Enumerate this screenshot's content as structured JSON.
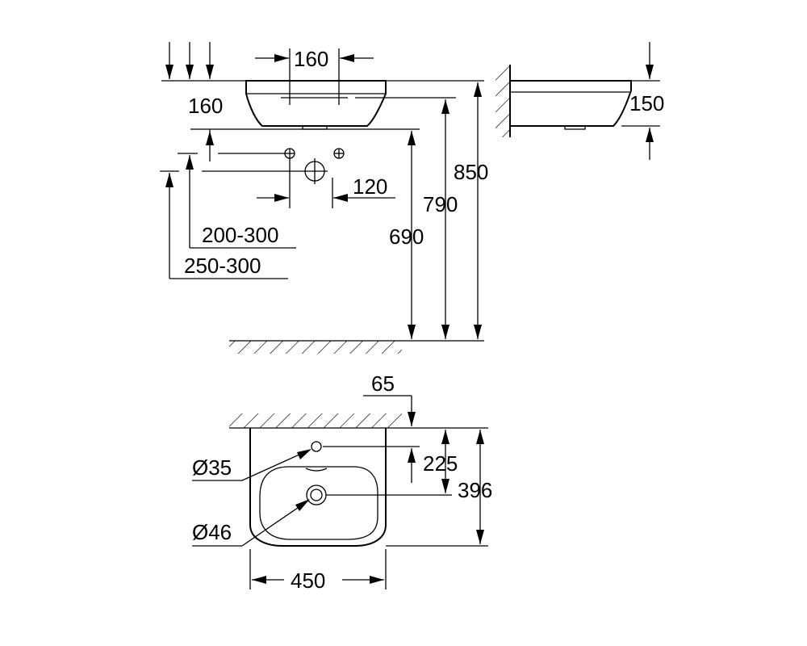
{
  "drawing": {
    "front_view": {
      "tap_hole_spacing": "160",
      "bowl_offset": "160",
      "waste_spacing": "120",
      "supply_height_range": "200-300",
      "waste_height_range": "250-300",
      "drain_height": "690",
      "basin_bottom_height": "790",
      "rim_height": "850"
    },
    "side_view": {
      "basin_height": "150"
    },
    "top_view": {
      "wall_offset": "65",
      "tap_hole_diameter": "Ø35",
      "waste_diameter": "Ø46",
      "tap_hole_to_waste": "225",
      "depth": "396",
      "width": "450"
    }
  }
}
